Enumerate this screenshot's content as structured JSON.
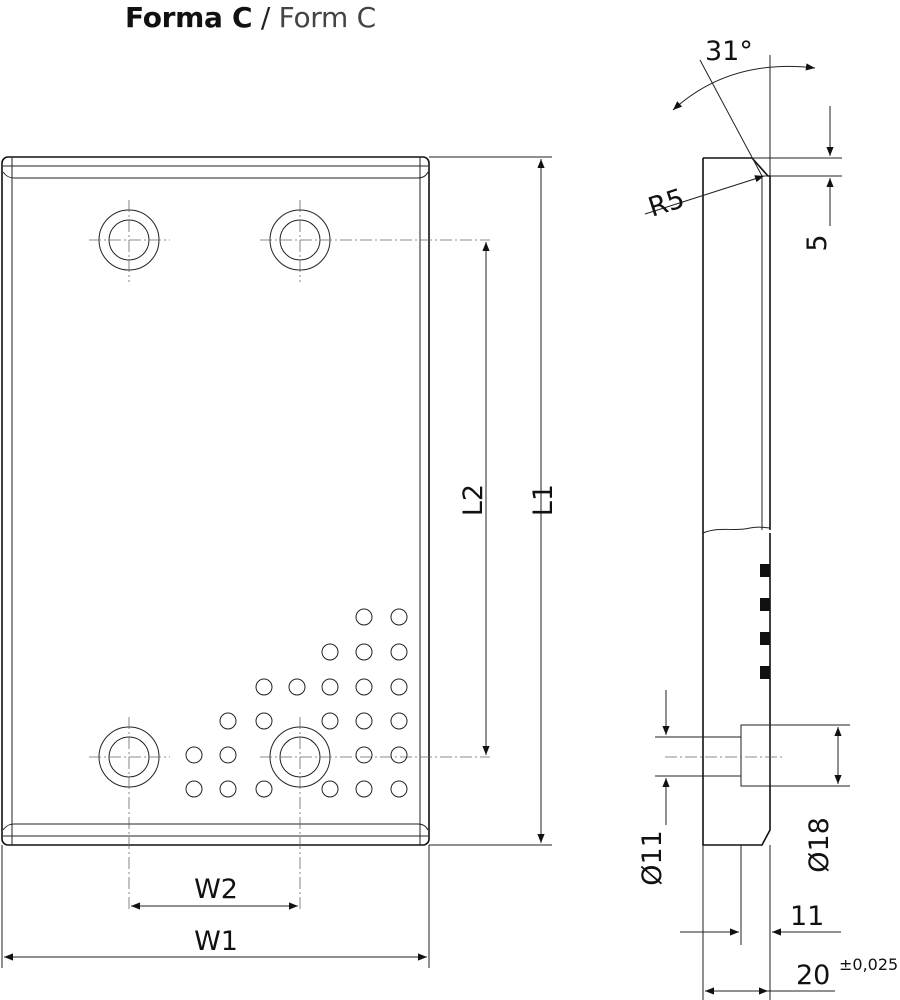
{
  "title": {
    "bold": "Forma C",
    "separator": "/",
    "light": "Form C"
  },
  "labels": {
    "angle": "31°",
    "radius": "R5",
    "chamfer_height": "5",
    "length_1": "L1",
    "length_2": "L2",
    "width_1": "W1",
    "width_2": "W2",
    "bore_diameter": "Ø11",
    "counterbore_diameter": "Ø18",
    "counterbore_depth": "11",
    "thickness": "20",
    "thickness_tolerance": "±0,025"
  }
}
